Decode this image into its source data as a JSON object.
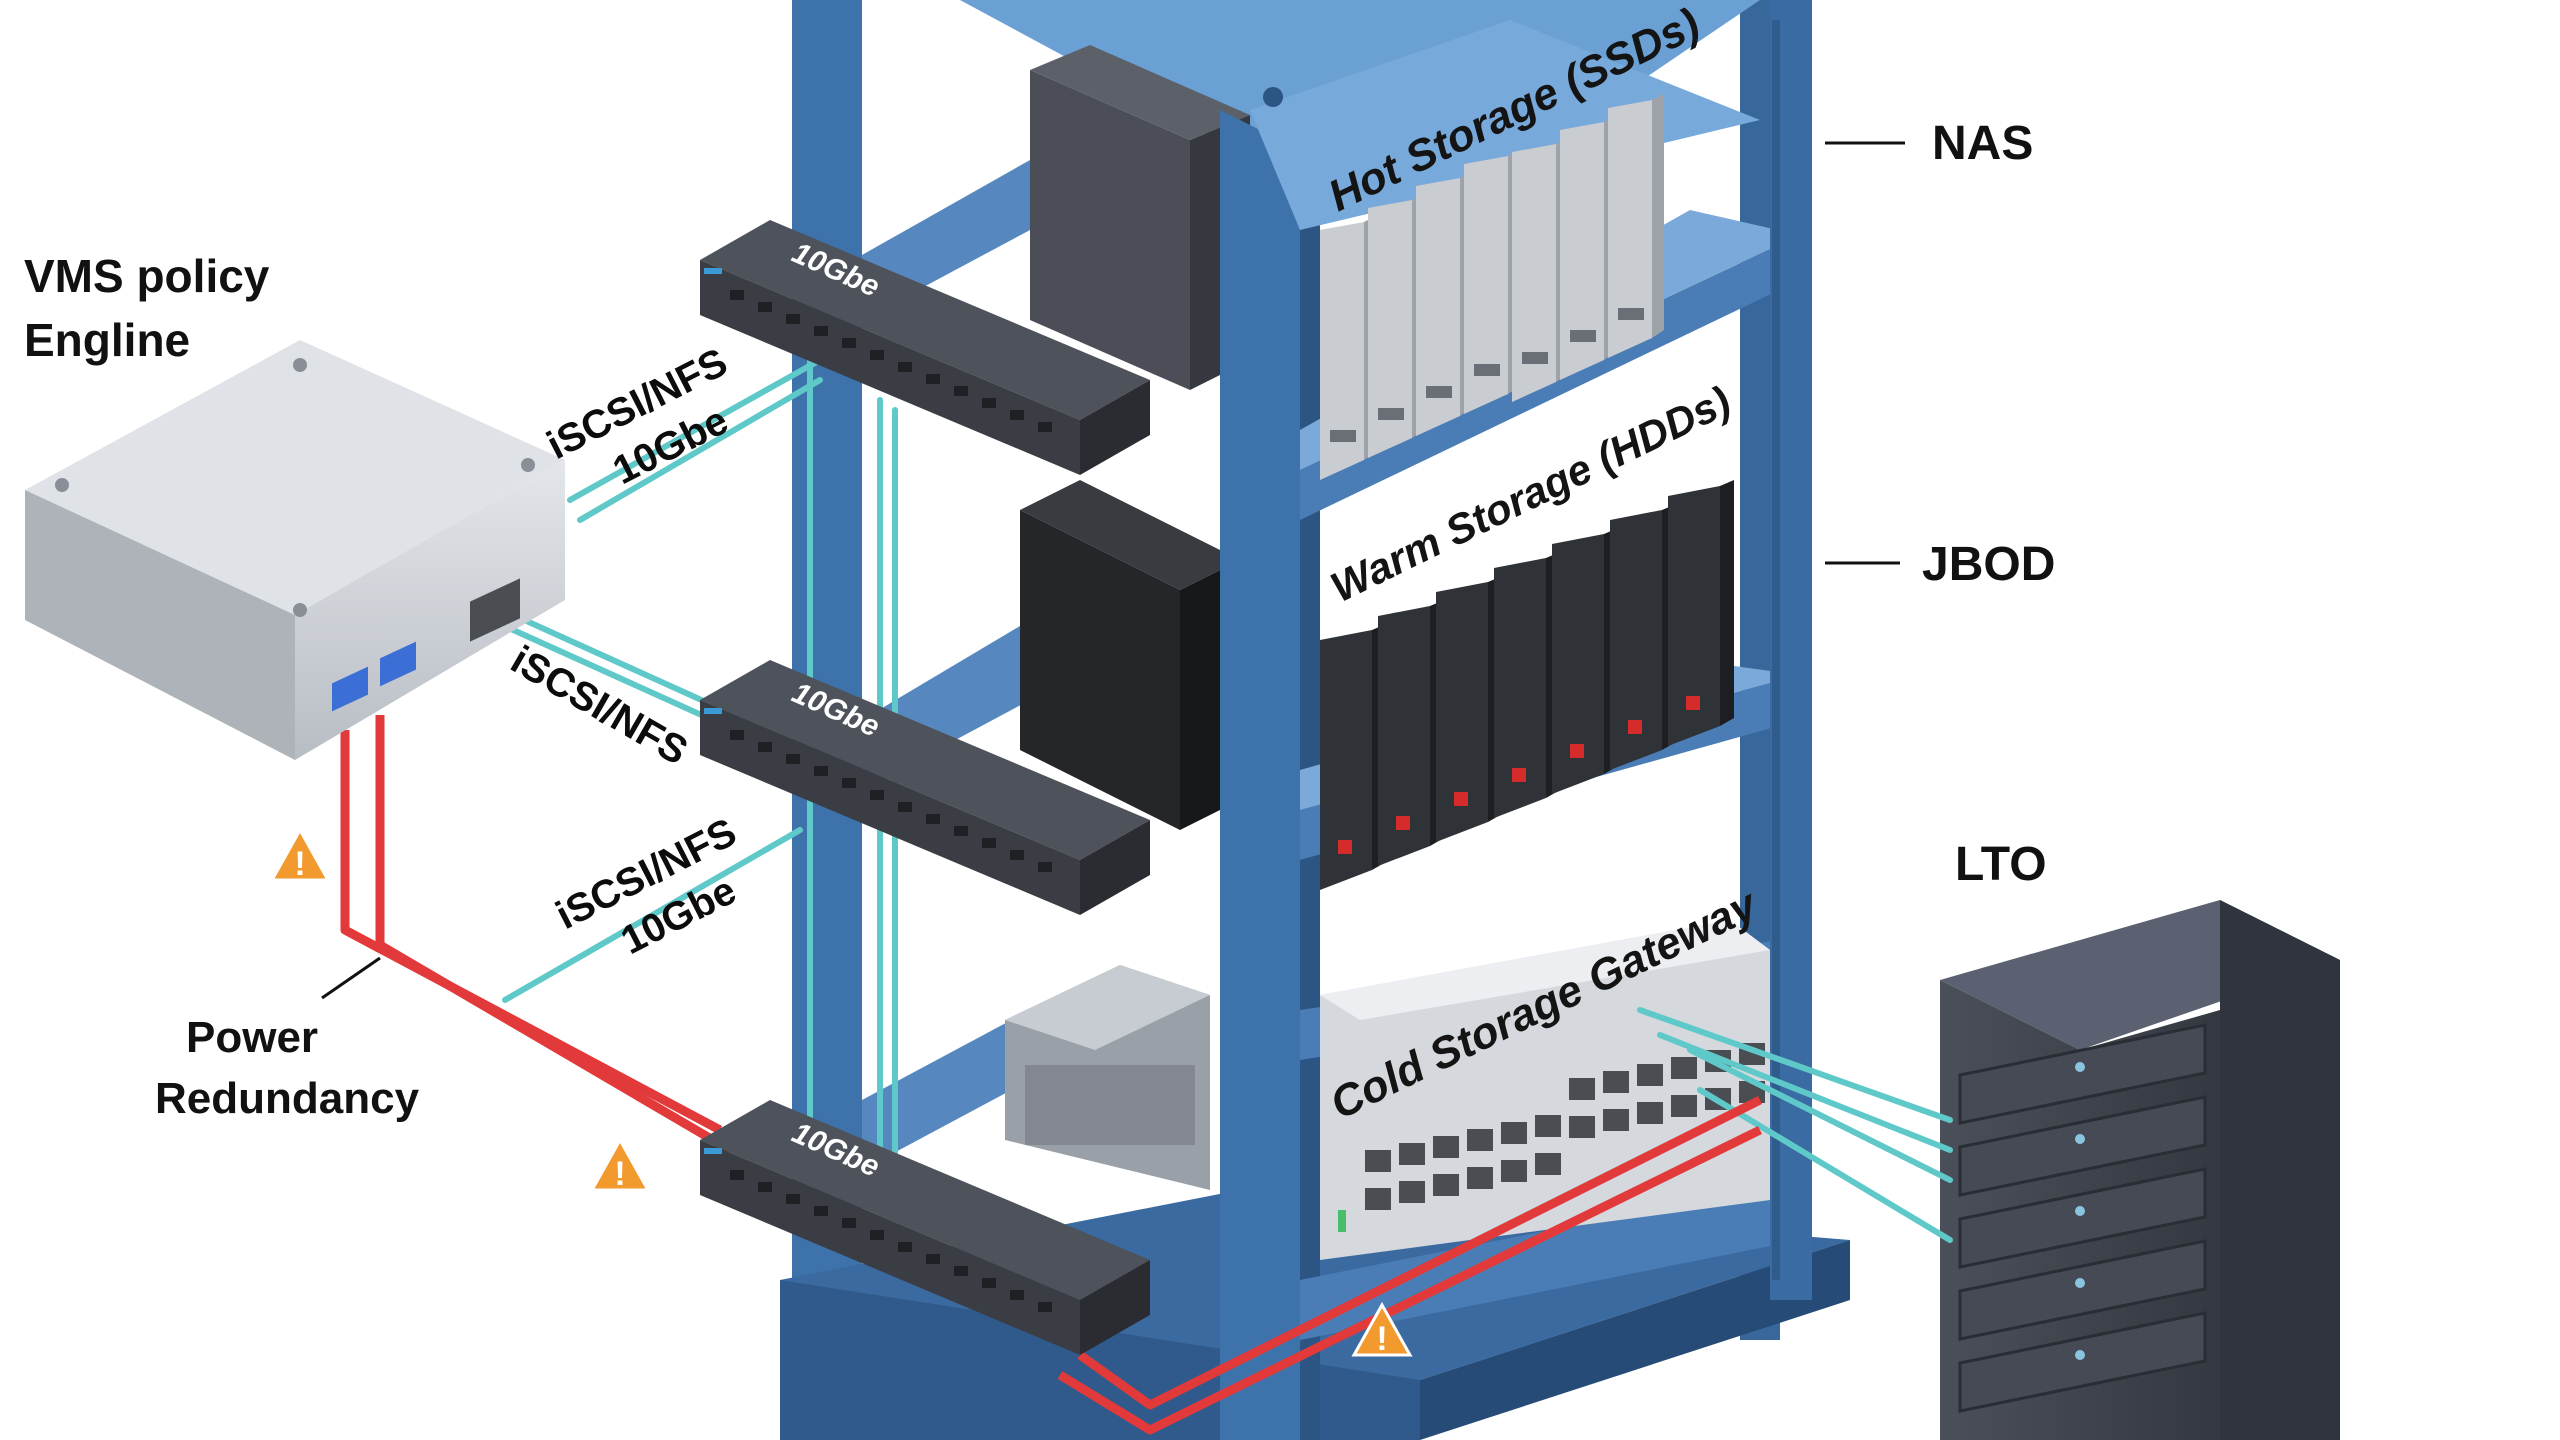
{
  "labels": {
    "vms_line1": "VMS policy",
    "vms_line2": "Engline",
    "power_line1": "Power",
    "power_line2": "Redundancy",
    "nas": "NAS",
    "jbod": "JBOD",
    "lto": "LTO"
  },
  "shelves": {
    "hot": "Hot Storage (SSDs)",
    "warm": "Warm Storage (HDDs)",
    "cold": "Cold Storage Gateway"
  },
  "switches": {
    "top": "10Gbe",
    "middle": "10Gbe",
    "bottom": "10Gbe"
  },
  "links": {
    "link1_proto": "iSCSI/NFS",
    "link1_speed": "10Gbe",
    "link2_proto": "iSCSI/NFS",
    "link3_proto": "iSCSI/NFS",
    "link3_speed": "10Gbe"
  },
  "colors": {
    "rack_blue": "#3f73ab",
    "rack_light": "#5e93c9",
    "rack_dark": "#2c5583",
    "fiber": "#5fc9c9",
    "power": "#e23a3a",
    "warning": "#f29a2e",
    "switch_body": "#3a3d44",
    "ssd": "#c9ccd1",
    "hdd": "#2f3237"
  },
  "icons": [
    "warning-icon",
    "usb-port-icon",
    "ethernet-port-icon",
    "status-led-icon"
  ]
}
